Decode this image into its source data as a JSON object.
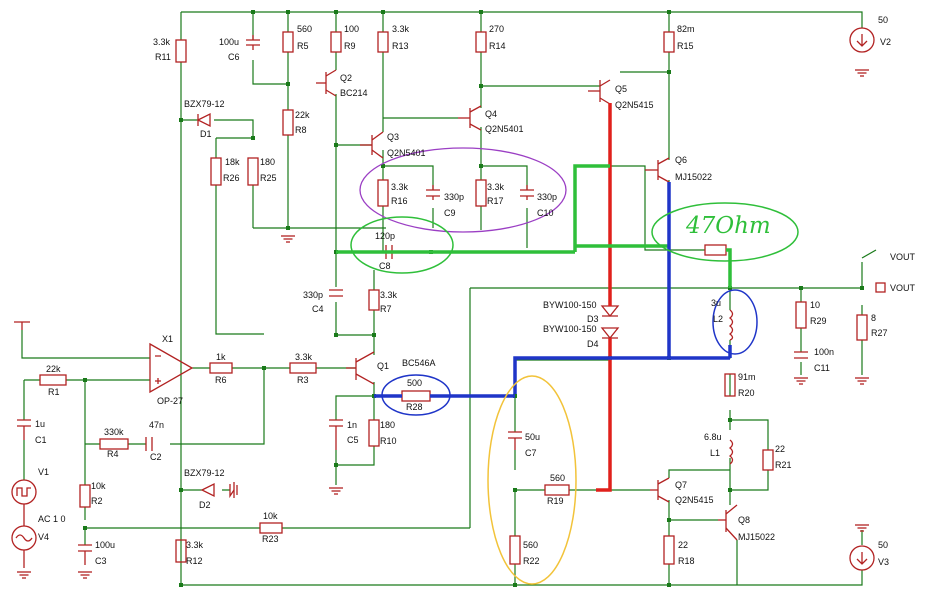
{
  "labels": {
    "R11": {
      "name": "R11",
      "value": "3.3k"
    },
    "C6": {
      "name": "C6",
      "value": "100u"
    },
    "R5": {
      "name": "R5",
      "value": "560"
    },
    "R9": {
      "name": "R9",
      "value": "100"
    },
    "R13": {
      "name": "R13",
      "value": "3.3k"
    },
    "R14": {
      "name": "R14",
      "value": "270"
    },
    "R15": {
      "name": "R15",
      "value": "82m"
    },
    "V2": {
      "name": "V2",
      "value": "50"
    },
    "Q2": {
      "name": "Q2",
      "value": "BC214"
    },
    "Q5": {
      "name": "Q5",
      "value": "Q2N5415"
    },
    "Q4": {
      "name": "Q4",
      "value": "Q2N5401"
    },
    "Q3": {
      "name": "Q3",
      "value": "Q2N5401"
    },
    "Q6": {
      "name": "Q6",
      "value": "MJ15022"
    },
    "D1": {
      "name": "D1",
      "value": "BZX79-12"
    },
    "R8": {
      "name": "R8",
      "value": "22k"
    },
    "R26": {
      "name": "R26",
      "value": "18k"
    },
    "R25": {
      "name": "R25",
      "value": "180"
    },
    "R16": {
      "name": "R16",
      "value": "3.3k"
    },
    "C9": {
      "name": "C9",
      "value": "330p"
    },
    "R17": {
      "name": "R17",
      "value": "3.3k"
    },
    "C10": {
      "name": "C10",
      "value": "330p"
    },
    "C8": {
      "name": "C8",
      "value": "120p"
    },
    "C4": {
      "name": "C4",
      "value": "330p"
    },
    "R7": {
      "name": "R7",
      "value": "3.3k"
    },
    "D3": {
      "name": "D3",
      "value": "BYW100-150"
    },
    "D4": {
      "name": "D4",
      "value": "BYW100-150"
    },
    "L2": {
      "name": "L2",
      "value": "3u"
    },
    "R29": {
      "name": "R29",
      "value": "10"
    },
    "C11": {
      "name": "C11",
      "value": "100n"
    },
    "R27": {
      "name": "R27",
      "value": "8"
    },
    "X1": {
      "name": "X1",
      "value": "OP-27"
    },
    "R1": {
      "name": "R1",
      "value": "22k"
    },
    "R6": {
      "name": "R6",
      "value": "1k"
    },
    "R3": {
      "name": "R3",
      "value": "3.3k"
    },
    "Q1": {
      "name": "Q1",
      "value": "BC546A"
    },
    "R28": {
      "name": "R28",
      "value": "500"
    },
    "R20": {
      "name": "R20",
      "value": "91m"
    },
    "C1": {
      "name": "C1",
      "value": "1u"
    },
    "R4": {
      "name": "R4",
      "value": "330k"
    },
    "C2": {
      "name": "C2",
      "value": "47n"
    },
    "C5": {
      "name": "C5",
      "value": "1n"
    },
    "R10": {
      "name": "R10",
      "value": "180"
    },
    "C7": {
      "name": "C7",
      "value": "50u"
    },
    "L1": {
      "name": "L1",
      "value": "6.8u"
    },
    "R21": {
      "name": "R21",
      "value": "22"
    },
    "V1": {
      "name": "V1",
      "value": ""
    },
    "V4": {
      "name": "V4",
      "value": "AC 1 0"
    },
    "R2": {
      "name": "R2",
      "value": "10k"
    },
    "D2": {
      "name": "D2",
      "value": "BZX79-12"
    },
    "R19": {
      "name": "R19",
      "value": "560"
    },
    "Q7": {
      "name": "Q7",
      "value": "Q2N5415"
    },
    "Q8": {
      "name": "Q8",
      "value": "MJ15022"
    },
    "C3": {
      "name": "C3",
      "value": "100u"
    },
    "R12": {
      "name": "R12",
      "value": "3.3k"
    },
    "R23": {
      "name": "R23",
      "value": "10k"
    },
    "R22": {
      "name": "R22",
      "value": "560"
    },
    "R18": {
      "name": "R18",
      "value": "22"
    },
    "V3": {
      "name": "V3",
      "value": "50"
    }
  },
  "vout_labels": [
    "VOUT",
    "VOUT"
  ],
  "annotation": "47Ohm",
  "colors": {
    "wire": "#1a7a1a",
    "component": "#b22222",
    "label": "#111111",
    "annot_red": "#e0201c",
    "annot_green": "#2fbf3a",
    "annot_blue": "#1f35c8",
    "annot_purple": "#9b3fc4",
    "annot_yellow": "#f2c33a"
  }
}
